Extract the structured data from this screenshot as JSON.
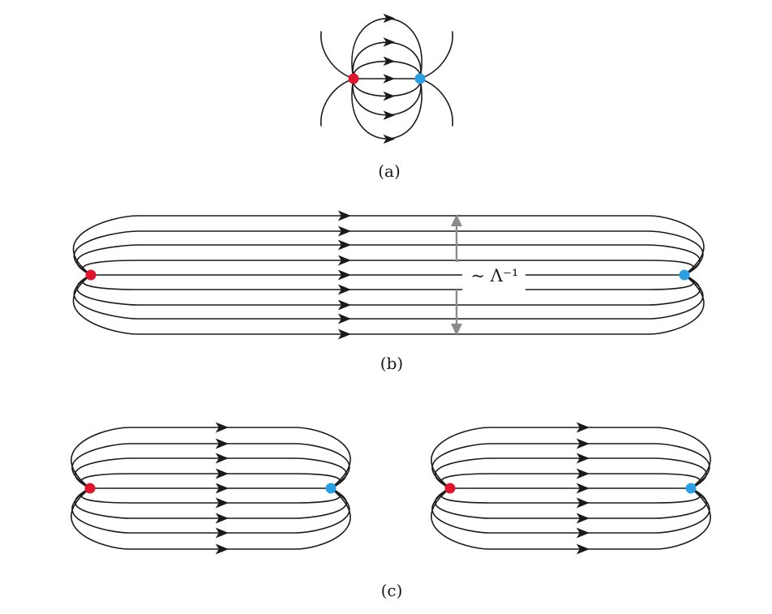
{
  "colors": {
    "positive_charge": "#e0142a",
    "negative_charge": "#2b9fe6",
    "field_line": "#1a1a1a",
    "scale_arrow": "#8c8c8c"
  },
  "panels": [
    {
      "key": "a",
      "caption": "(a)"
    },
    {
      "key": "b",
      "caption": "(b)",
      "annotation": "~ Λ⁻¹"
    },
    {
      "key": "c",
      "caption": "(c)"
    }
  ]
}
